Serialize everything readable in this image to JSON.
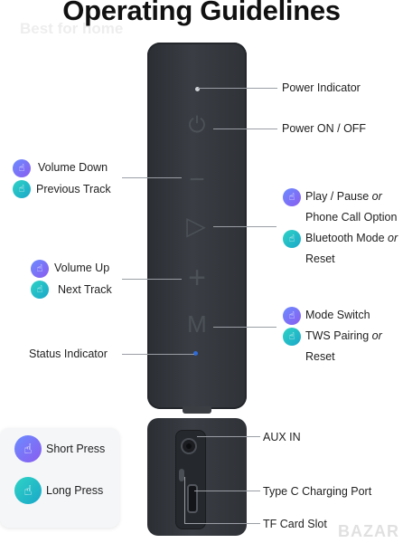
{
  "title": "Operating Guidelines",
  "watermark": "Best for home",
  "corner_mark": "BAZAR",
  "labels": {
    "power_indicator": "Power Indicator",
    "power_on_off": "Power ON / OFF",
    "volume_down": "Volume Down",
    "previous_track": "Previous Track",
    "play_pause": "Play / Pause",
    "or1": "or",
    "phone_call_option": "Phone Call Option",
    "bluetooth_mode": "Bluetooth Mode",
    "or2": "or",
    "reset1": "Reset",
    "volume_up": "Volume Up",
    "next_track": "Next Track",
    "mode_switch": "Mode Switch",
    "tws_pairing": "TWS Pairing",
    "or3": "or",
    "reset2": "Reset",
    "status_indicator": "Status Indicator",
    "aux_in": "AUX IN",
    "type_c_port": "Type C Charging Port",
    "tf_card_slot": "TF Card Slot"
  },
  "legend": {
    "short_press": "Short Press",
    "long_press": "Long Press"
  },
  "buttons": {
    "power_symbol": "⏻",
    "minus_symbol": "−",
    "play_symbol": "▷",
    "plus_symbol": "+",
    "mode_symbol": "M"
  },
  "colors": {
    "short_press_gradient": [
      "#6b8cff",
      "#8a5cf0"
    ],
    "long_press_gradient": [
      "#2fd3c5",
      "#1aa7c9"
    ],
    "status_led": "#2f6bd8",
    "speaker_body": "#33373c"
  },
  "icons": {
    "short_press": "tap-hand-icon",
    "long_press": "long-press-hand-icon"
  }
}
